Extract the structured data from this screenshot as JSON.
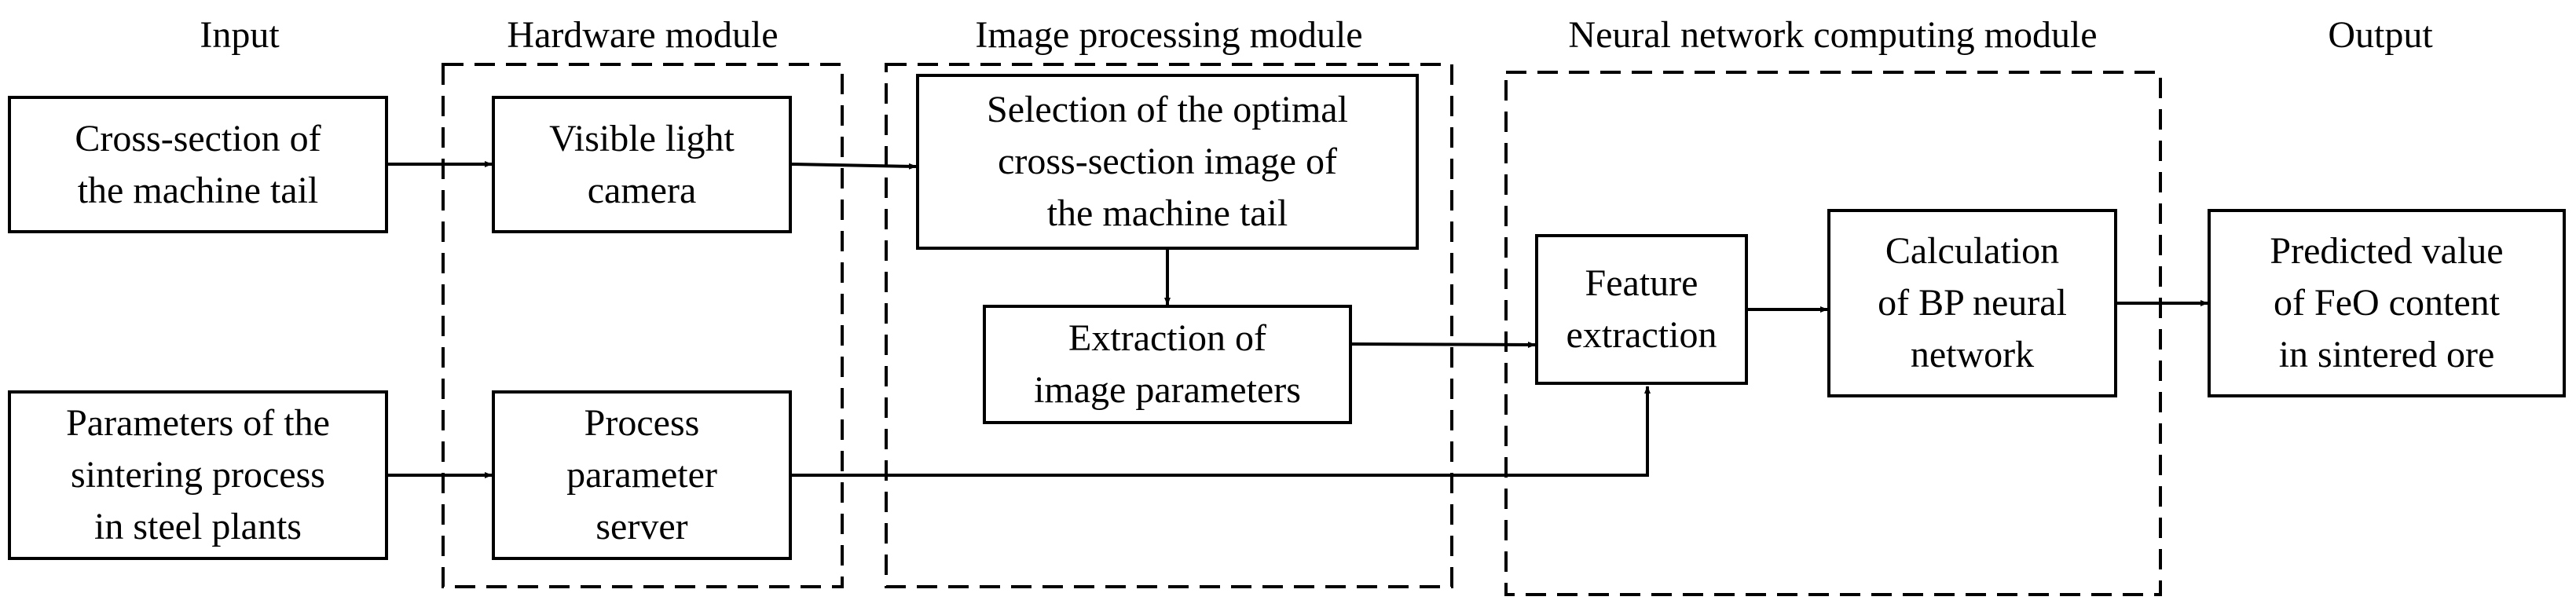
{
  "modules": {
    "input": "Input",
    "hardware": "Hardware module",
    "image_processing": "Image processing module",
    "neural_network": "Neural network computing module",
    "output": "Output"
  },
  "boxes": {
    "cross_section": [
      "Cross-section of",
      "the machine tail"
    ],
    "sintering_params": [
      "Parameters of the",
      "sintering process",
      "in steel plants"
    ],
    "camera": [
      "Visible light",
      "camera"
    ],
    "process_server": [
      "Process",
      "parameter",
      "server"
    ],
    "selection": [
      "Selection of the optimal",
      "cross-section image of",
      "the machine tail"
    ],
    "extraction_params": [
      "Extraction of",
      "image parameters"
    ],
    "feature_extraction": [
      "Feature",
      "extraction"
    ],
    "bp_network": [
      "Calculation",
      "of BP neural",
      "network"
    ],
    "predicted": [
      "Predicted value",
      "of FeO content",
      "in sintered ore"
    ]
  },
  "colors": {
    "stroke": "#000000",
    "background": "#ffffff"
  }
}
